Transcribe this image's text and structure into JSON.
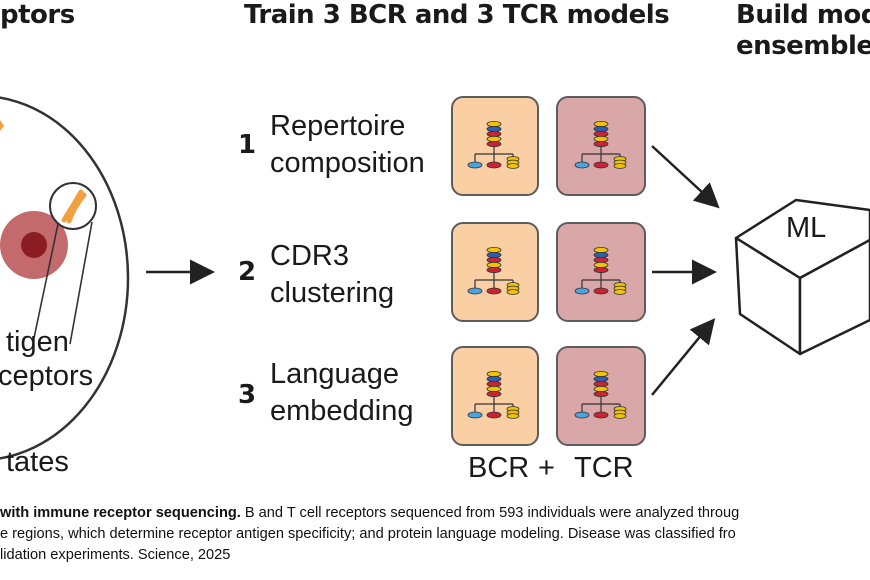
{
  "headers": {
    "left": "ptors",
    "middle": "Train 3 BCR and 3 TCR models",
    "right_line1": "Build mode",
    "right_line2": "ensemble"
  },
  "rows": [
    {
      "number": "1",
      "line1": "Repertoire",
      "line2": "composition"
    },
    {
      "number": "2",
      "line1": "CDR3",
      "line2": "clustering"
    },
    {
      "number": "3",
      "line1": "Language",
      "line2": "embedding"
    }
  ],
  "cell_labels": {
    "line1": "tigen",
    "line2": "ceptors",
    "line3": "tates"
  },
  "cube_label": "ML",
  "bottom_labels": {
    "bcr": "BCR",
    "plus": "+",
    "tcr": "TCR"
  },
  "colors": {
    "bcr_card": "#f9cfa3",
    "tcr_card": "#d9a7a8",
    "cell_body": "#b9585b",
    "cell_nucleus": "#8a1e24",
    "chromosome": "#f0a040"
  },
  "caption": {
    "line1_bold": "with immune receptor sequencing.",
    "line1_rest": " B and T cell receptors sequenced from 593 individuals were analyzed throug",
    "line2": "e regions, which determine receptor antigen specificity; and protein language modeling. Disease was classified fro",
    "line3": "lidation experiments. Science, 2025"
  }
}
